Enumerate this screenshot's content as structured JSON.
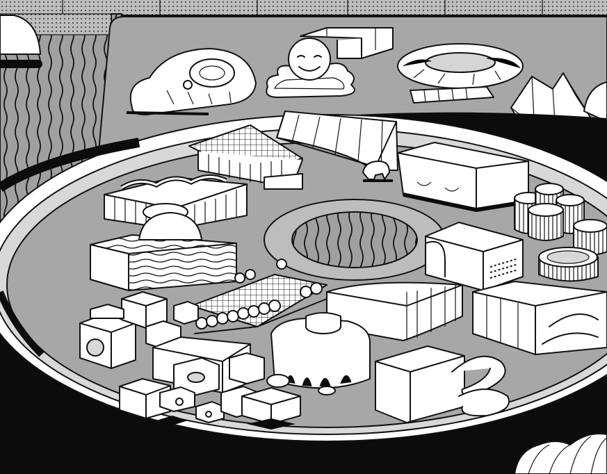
{
  "scene": {
    "kind": "isometric line-art illustration of an exhibition park",
    "palette": {
      "background": "#9a9a9a",
      "plaza": "#a7a7a7",
      "outline": "#111111",
      "fill": "#ffffff",
      "shadow": "#0c0c0c",
      "border_pattern": "#cfcfcf"
    },
    "pavilions": [
      {
        "icon": "dome-shell"
      },
      {
        "icon": "smiling-head-sculpture"
      },
      {
        "icon": "white-box-annex"
      },
      {
        "icon": "crater-ring"
      },
      {
        "icon": "folded-peaks"
      },
      {
        "icon": "coiled-snail-sculpture"
      },
      {
        "icon": "pyramid-roof-hall"
      },
      {
        "icon": "tent-hall"
      },
      {
        "icon": "elephant-figure"
      },
      {
        "icon": "black-base-block"
      },
      {
        "icon": "serpent-roof-cage"
      },
      {
        "icon": "dome-on-wave-block"
      },
      {
        "icon": "sunken-wave-pool"
      },
      {
        "icon": "cylinder-cluster"
      },
      {
        "icon": "stepped-facade-block"
      },
      {
        "icon": "cube-village"
      },
      {
        "icon": "tree-grid-garden"
      },
      {
        "icon": "curved-hall"
      },
      {
        "icon": "columned-building"
      },
      {
        "icon": "tower-with-arches"
      },
      {
        "icon": "ribbon-sculpture-block"
      },
      {
        "icon": "box-cluster"
      }
    ]
  }
}
